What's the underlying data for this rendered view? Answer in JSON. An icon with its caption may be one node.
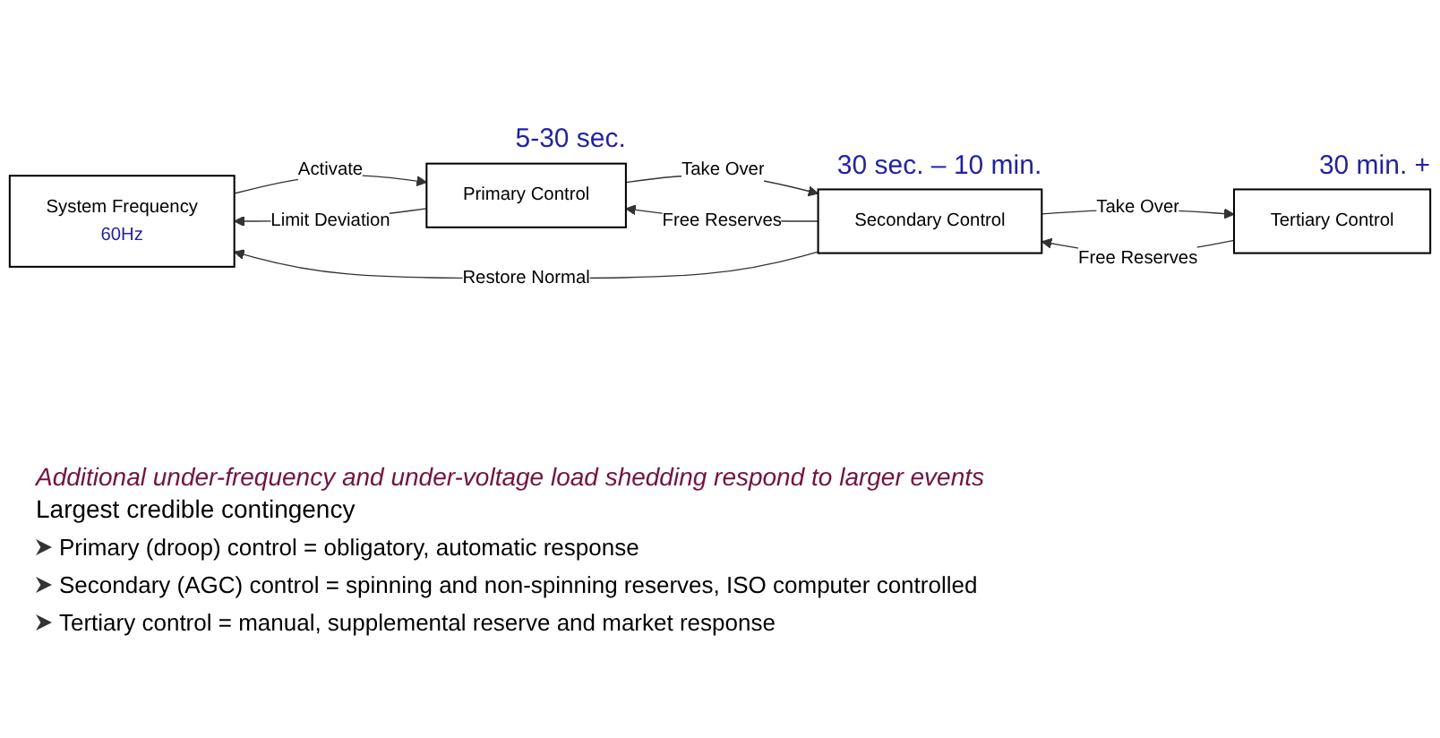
{
  "diagram": {
    "nodes": [
      {
        "text": [
          "System Frequency",
          "60Hz"
        ]
      },
      {
        "text": [
          "Primary Control"
        ],
        "beside": [
          "5-30 sec."
        ]
      },
      {
        "text": [
          "Secondary Control"
        ],
        "beside": [
          "30 sec. – 10 min."
        ]
      },
      {
        "text": [
          "Tertiary Control"
        ],
        "beside": [
          "30 min. +"
        ]
      }
    ],
    "edges": [
      {
        "from": 2,
        "to": 0,
        "arrow": "to",
        "label": "Restore Normal"
      },
      {
        "from": 1,
        "to": 0,
        "arrow": "to",
        "label": "Limit Deviation"
      },
      {
        "from": 0,
        "to": 1,
        "arrow": "to",
        "label": "Activate"
      },
      {
        "from": 2,
        "to": 1,
        "arrow": "to",
        "label": "Free Reserves"
      },
      {
        "from": 1,
        "to": 2,
        "arrow": "to",
        "label": "Take Over"
      },
      {
        "from": 3,
        "to": 2,
        "arrow": "to",
        "label": "Free Reserves"
      },
      {
        "from": 2,
        "to": 3,
        "arrow": "to",
        "label": "Take Over"
      }
    ],
    "labels": [
      "Additional under-frequency and under-voltage load shedding respond to larger events",
      "Largest credible contingency",
      "Primary (droop) control = obligatory, automatic response",
      "Secondary (AGC) control = spinning and non-spinning reserves, ISO computer controlled",
      "Tertiary control = manual, supplemental reserve and market response"
    ]
  }
}
